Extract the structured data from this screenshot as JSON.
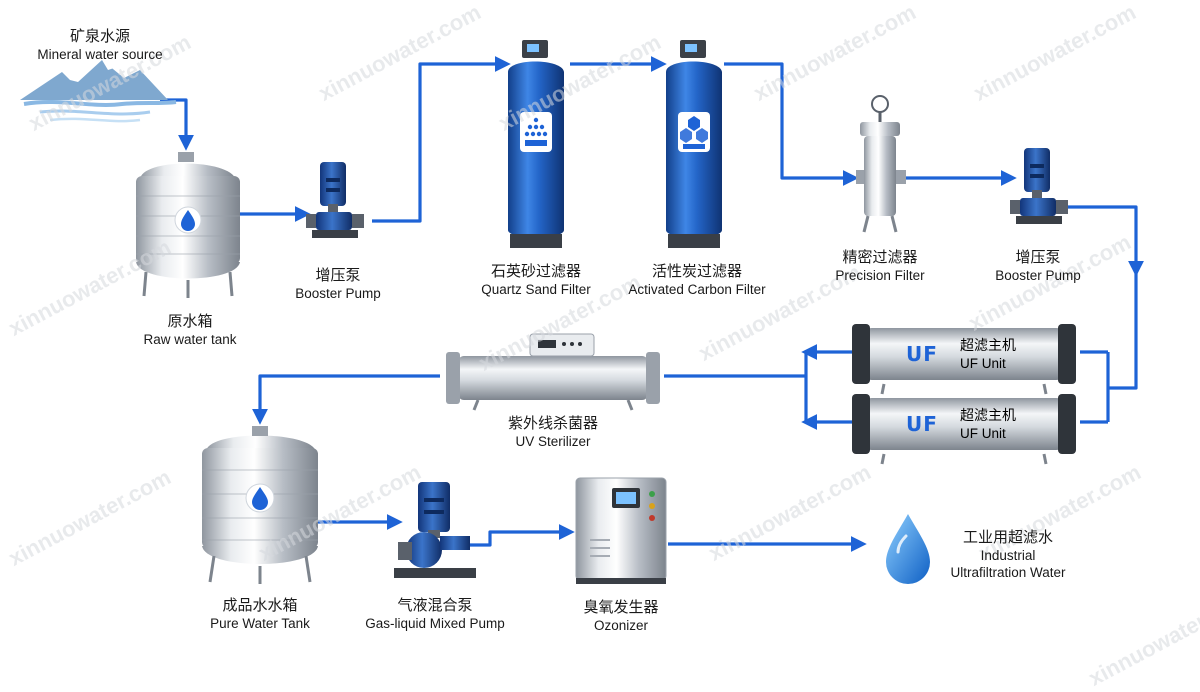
{
  "watermark": "xinnuowater.com",
  "colors": {
    "pipe": "#1e63d6",
    "vessel_blue": "#1f5fbf",
    "steel": "#c9ced6",
    "pump_blue": "#1d4f9c"
  },
  "nodes": {
    "source": {
      "zh": "矿泉水源",
      "en": "Mineral water source",
      "icon": "mountain-lake-icon"
    },
    "raw_tank": {
      "zh": "原水箱",
      "en": "Raw water tank",
      "icon": "steel-tank-icon"
    },
    "booster_pump_1": {
      "zh": "增压泵",
      "en": "Booster Pump",
      "icon": "centrifugal-pump-icon"
    },
    "sand_filter": {
      "zh": "石英砂过滤器",
      "en": "Quartz Sand Filter",
      "icon": "filter-vessel-icon"
    },
    "carbon_filter": {
      "zh": "活性炭过滤器",
      "en": "Activated Carbon Filter",
      "icon": "filter-vessel-icon"
    },
    "precision_filter": {
      "zh": "精密过滤器",
      "en": "Precision Filter",
      "icon": "cartridge-filter-icon"
    },
    "booster_pump_2": {
      "zh": "增压泵",
      "en": "Booster Pump",
      "icon": "centrifugal-pump-icon"
    },
    "uf_unit_1": {
      "zh": "超滤主机",
      "en": "UF Unit",
      "badge": "UF",
      "icon": "uf-membrane-icon"
    },
    "uf_unit_2": {
      "zh": "超滤主机",
      "en": "UF Unit",
      "badge": "UF",
      "icon": "uf-membrane-icon"
    },
    "uv_sterilizer": {
      "zh": "紫外线杀菌器",
      "en": "UV Sterilizer",
      "icon": "uv-lamp-icon"
    },
    "pure_tank": {
      "zh": "成品水水箱",
      "en": "Pure Water Tank",
      "icon": "steel-tank-icon"
    },
    "mixed_pump": {
      "zh": "气液混合泵",
      "en": "Gas-liquid Mixed Pump",
      "icon": "centrifugal-pump-icon"
    },
    "ozonizer": {
      "zh": "臭氧发生器",
      "en": "Ozonizer",
      "icon": "ozone-cabinet-icon"
    },
    "output": {
      "zh": "工业用超滤水",
      "en_line1": "Industrial",
      "en_line2": "Ultrafiltration Water",
      "icon": "water-drop-icon"
    }
  }
}
